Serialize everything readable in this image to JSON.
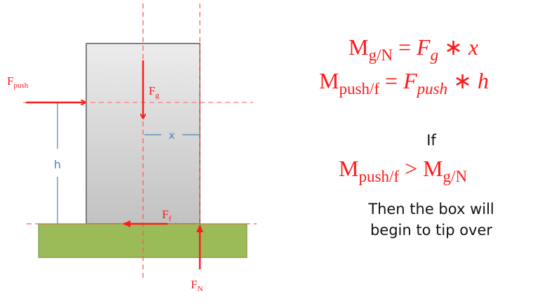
{
  "diagram": {
    "labels": {
      "f_push": {
        "main": "F",
        "sub": "push"
      },
      "f_g": {
        "main": "F",
        "sub": "g"
      },
      "f_f": {
        "main": "F",
        "sub": "f"
      },
      "f_n": {
        "main": "F",
        "sub": "N"
      },
      "h": "h",
      "x": "x"
    },
    "colors": {
      "force": "#ff1a1a",
      "dimension": "#4f81bd",
      "box_fill_top": "#ececec",
      "box_fill_bottom": "#c4c4c4",
      "box_border": "#5a5a5a",
      "ground_fill": "#9bbb59",
      "ground_border": "#71893f"
    }
  },
  "equations": {
    "eq1": {
      "lhs_main": "M",
      "lhs_sub": "g/N",
      "op": "=",
      "rhs_main": "F",
      "rhs_sub": "g",
      "times": "∗",
      "var": "x"
    },
    "eq2": {
      "lhs_main": "M",
      "lhs_sub": "push/f",
      "op": "=",
      "rhs_main": "F",
      "rhs_sub": "push",
      "times": "∗",
      "var": "h"
    },
    "condition": {
      "lhs_main": "M",
      "lhs_sub": "push/f",
      "op": ">",
      "rhs_main": "M",
      "rhs_sub": "g/N"
    }
  },
  "text": {
    "if": "If",
    "conclusion_line1": "Then the box will",
    "conclusion_line2": "begin to tip over"
  }
}
